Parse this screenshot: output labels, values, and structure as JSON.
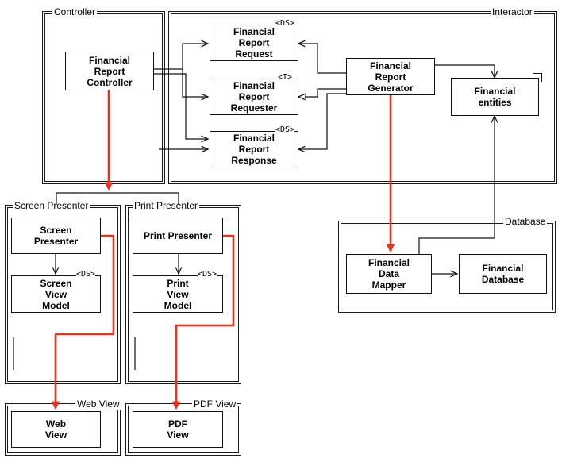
{
  "frames": {
    "controller": "Controller",
    "interactor": "Interactor",
    "screen_presenter": "Screen Presenter",
    "print_presenter": "Print Presenter",
    "database": "Database",
    "web_view": "Web View",
    "pdf_view": "PDF View"
  },
  "boxes": {
    "financial_report_controller": "Financial\nReport\nController",
    "financial_report_request": "Financial\nReport\nRequest",
    "financial_report_requester": "Financial\nReport\nRequester",
    "financial_report_response": "Financial\nReport\nResponse",
    "financial_report_generator": "Financial\nReport\nGenerator",
    "financial_entities": "Financial\nentities",
    "screen_presenter": "Screen\nPresenter",
    "screen_view_model": "Screen\nView\nModel",
    "print_presenter": "Print Presenter",
    "print_view_model": "Print\nView\nModel",
    "financial_data_mapper": "Financial\nData\nMapper",
    "financial_database": "Financial\nDatabase",
    "web_view": "Web\nView",
    "pdf_view": "PDF\nView"
  },
  "stereotypes": {
    "request": "<DS>",
    "requester": "<I>",
    "response": "<DS>",
    "screen_view_model": "<DS>",
    "print_view_model": "<DS>"
  },
  "colors": {
    "line": "#111111",
    "highlight": "#e8301c"
  }
}
